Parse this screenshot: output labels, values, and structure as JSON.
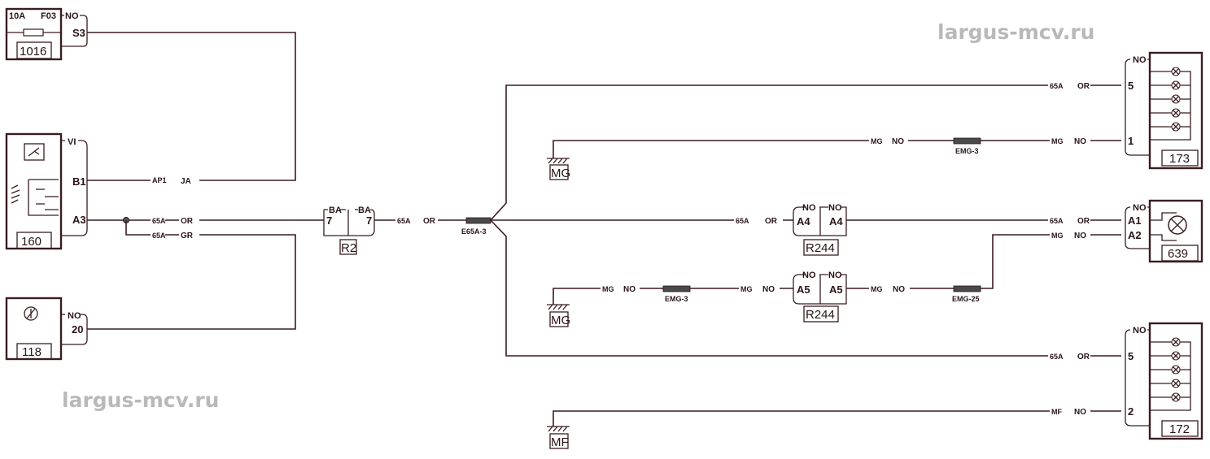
{
  "watermarks": [
    "largus-mcv.ru",
    "largus-mcv.ru"
  ],
  "components": {
    "c1016": {
      "id": "1016",
      "rating": "10A",
      "fuse": "F03",
      "conn": "NO",
      "pins": [
        "S3"
      ]
    },
    "c160": {
      "id": "160",
      "conn": "VI",
      "pins": [
        "B1",
        "A3"
      ]
    },
    "c118": {
      "id": "118",
      "conn": "NO",
      "pins": [
        "20"
      ]
    },
    "r2": {
      "id": "R2",
      "left": "BA",
      "right": "BA",
      "pins": [
        "7",
        "7"
      ]
    },
    "r244a": {
      "id": "R244",
      "left": "NO",
      "right": "NO",
      "pins": [
        "A4",
        "A4"
      ]
    },
    "r244b": {
      "id": "R244",
      "left": "NO",
      "right": "NO",
      "pins": [
        "A5",
        "A5"
      ]
    },
    "c173": {
      "id": "173",
      "conn": "NO",
      "pins": [
        "5",
        "1"
      ]
    },
    "c639": {
      "id": "639",
      "conn": "NO",
      "pins": [
        "A1",
        "A2"
      ]
    },
    "c172": {
      "id": "172",
      "conn": "NO",
      "pins": [
        "5",
        "2"
      ]
    }
  },
  "grounds": [
    "MG",
    "MG",
    "MF"
  ],
  "splices": [
    "E65A-3",
    "EMG-3",
    "EMG-3",
    "EMG-25"
  ],
  "wires": {
    "b1": [
      "AP1",
      "JA"
    ],
    "a3_or": [
      "65A",
      "OR"
    ],
    "a3_gr": [
      "65A",
      "GR"
    ],
    "r2_out": [
      "65A",
      "OR"
    ],
    "to_r244": [
      "65A",
      "OR"
    ],
    "to_639_a1": [
      "65A",
      "OR"
    ],
    "to_173_5": [
      "65A",
      "OR"
    ],
    "mg1_a": [
      "MG",
      "NO"
    ],
    "mg1_b": [
      "MG",
      "NO"
    ],
    "mg2_a": [
      "MG",
      "NO"
    ],
    "mg2_b": [
      "MG",
      "NO"
    ],
    "mg2_c": [
      "MG",
      "NO"
    ],
    "to_639_a2": [
      "MG",
      "NO"
    ],
    "to_172_5": [
      "65A",
      "OR"
    ],
    "mf": [
      "MF",
      "NO"
    ]
  }
}
